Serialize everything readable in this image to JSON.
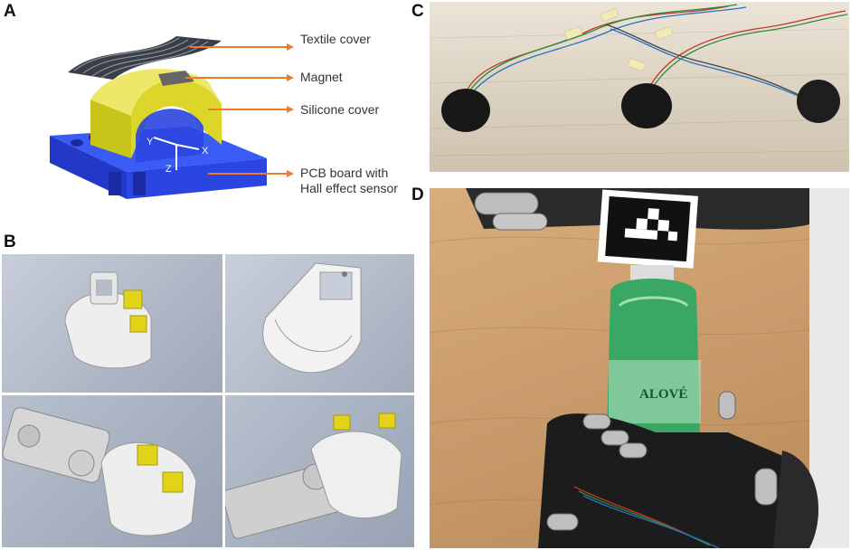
{
  "panels": {
    "a": "A",
    "b": "B",
    "c": "C",
    "d": "D"
  },
  "callouts": {
    "textile_cover": "Textile cover",
    "magnet": "Magnet",
    "silicone_cover": "Silicone cover",
    "pcb_line1": "PCB board with",
    "pcb_line2": "Hall effect sensor"
  },
  "axes": {
    "x": "X",
    "y": "Y",
    "z": "Z"
  },
  "bottle_label": "ALOVÉ",
  "colors": {
    "callout_arrow": "#f07a2a",
    "pcb_blue": "#2a4cf0",
    "silicone_yellow": "#c9c41a",
    "textile_dark": "#3a3f47",
    "render_bg": "#a9b2c2",
    "wood": "#c99b6c",
    "bottle_green": "#35a25a"
  }
}
